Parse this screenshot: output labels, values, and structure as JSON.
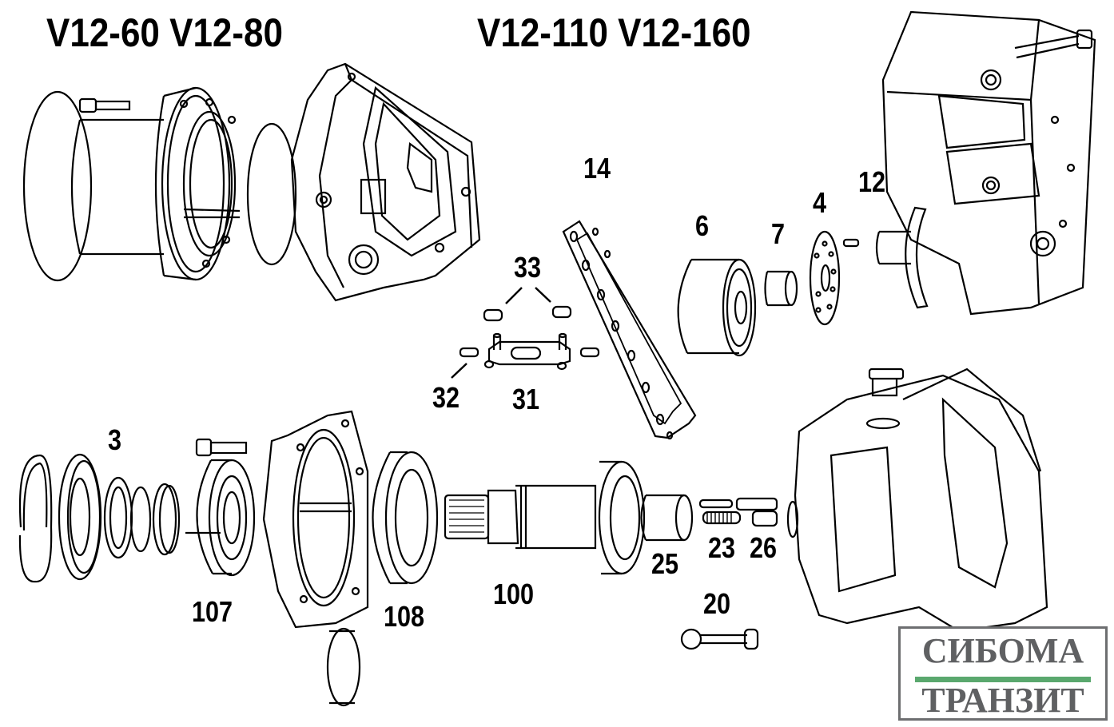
{
  "diagram": {
    "titles": {
      "left": "V12-60  V12-80",
      "right": "V12-110  V12-160"
    },
    "part_labels": {
      "p14": "14",
      "p6": "6",
      "p7": "7",
      "p4": "4",
      "p12": "12",
      "p33": "33",
      "p32": "32",
      "p31": "31",
      "p3": "3",
      "p107": "107",
      "p108": "108",
      "p100": "100",
      "p25": "25",
      "p23": "23",
      "p26": "26",
      "p20": "20"
    },
    "logo": {
      "line1": "СИБОМА",
      "line2": "ТРАНЗИТ",
      "accent_color": "#5aa86e",
      "text_color": "#5f6062"
    }
  }
}
